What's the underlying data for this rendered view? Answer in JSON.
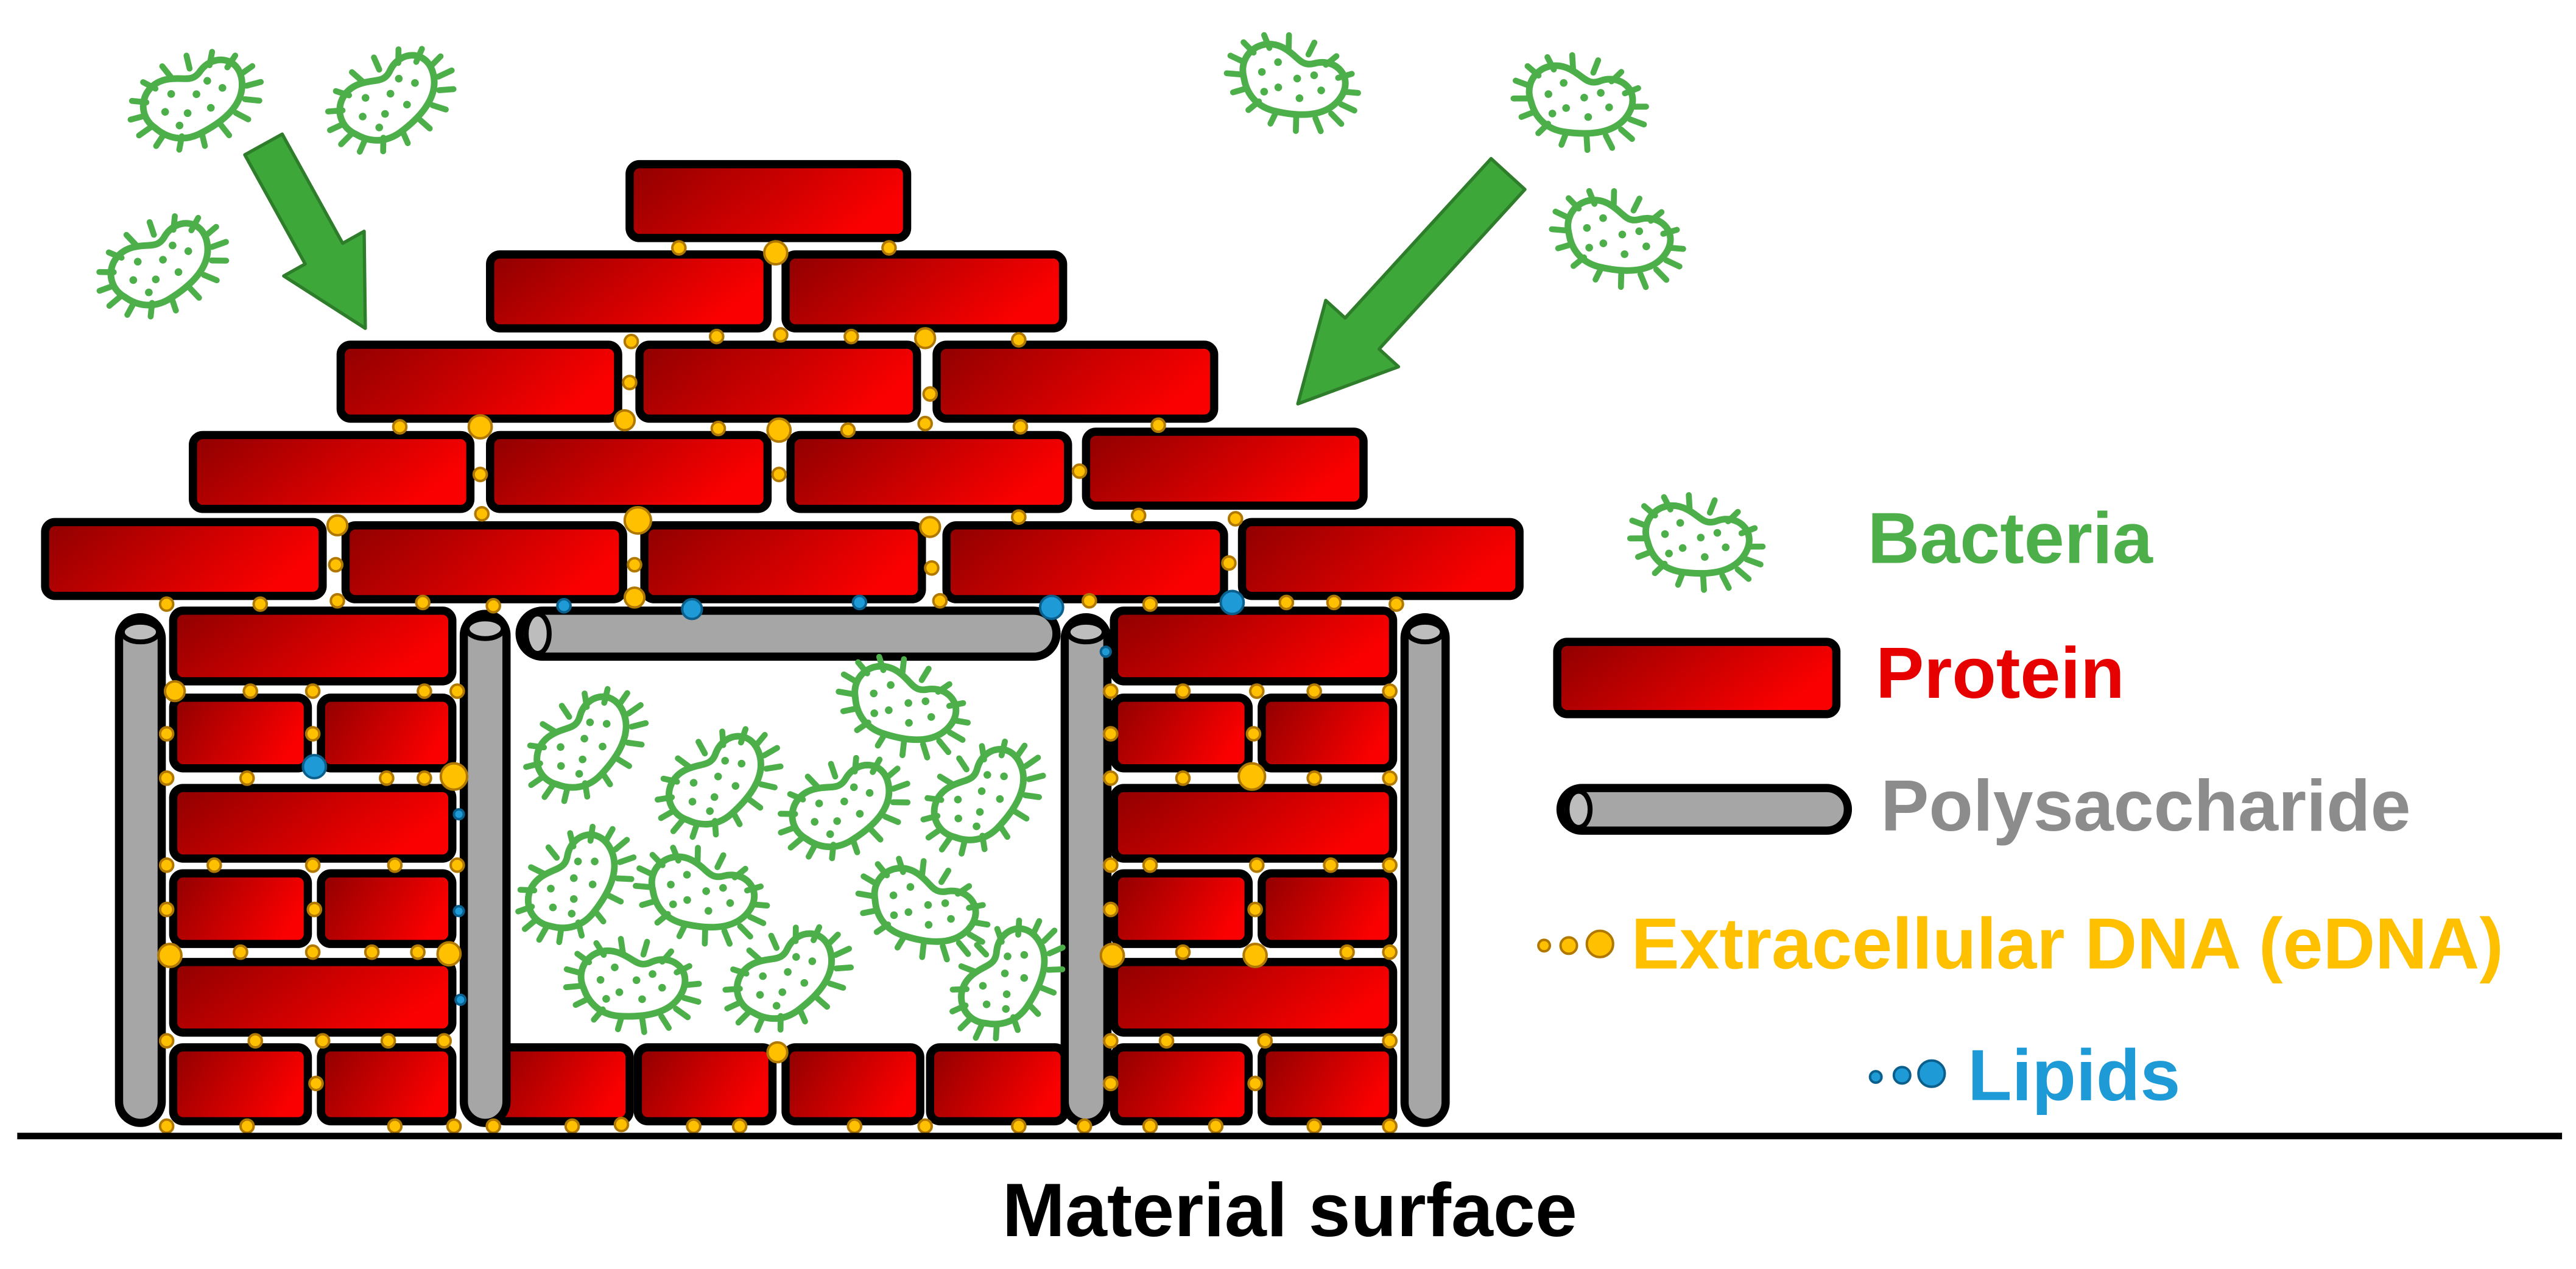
{
  "legend": [
    {
      "label": "Bacteria",
      "color": "#4DAF4A",
      "icon": "bacteria-icon"
    },
    {
      "label": "Protein",
      "color": "#E60000",
      "icon": "protein-brick-icon"
    },
    {
      "label": "Polysaccharide",
      "color": "#8C8C8C",
      "icon": "polysaccharide-tube-icon"
    },
    {
      "label": "Extracellular DNA (eDNA)",
      "color": "#FFC000",
      "icon": "edna-dots-icon"
    },
    {
      "label": "Lipids",
      "color": "#1E9BD7",
      "icon": "lipid-dots-icon"
    }
  ],
  "surface_label": "Material surface",
  "colors": {
    "brick_dark": "#8E0000",
    "brick_light": "#FA0000",
    "tube_fill": "#A6A6A6",
    "tube_end": "#BDBDBD",
    "outline": "#000000",
    "bacteria": "#4DAF4A",
    "arrow_fill": "#3DA839",
    "arrow_stroke": "#2E7D2A",
    "edna_fill": "#FFC000",
    "edna_stroke": "#B07800",
    "lipid_fill": "#1E9BD7",
    "lipid_stroke": "#0B5F8C",
    "surface_line": "#000000",
    "surface_text": "#000000"
  }
}
